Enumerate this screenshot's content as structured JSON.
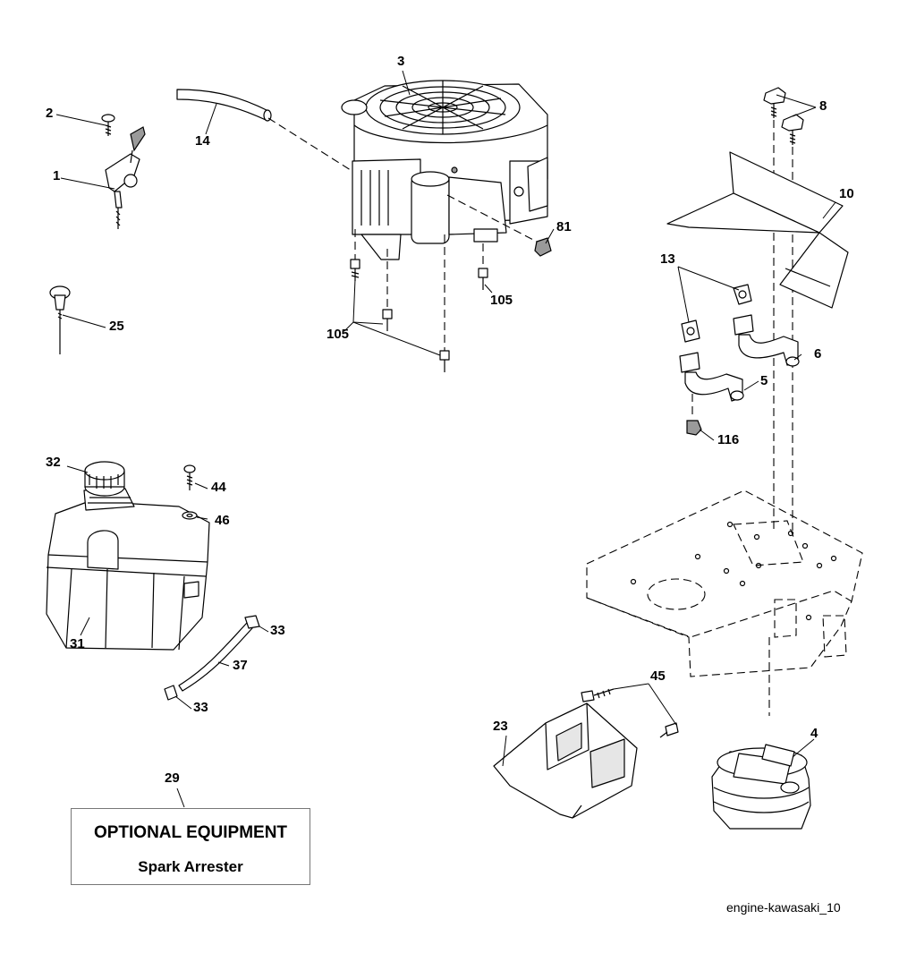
{
  "parts": [
    {
      "id": "label-1",
      "text": "1"
    },
    {
      "id": "label-2",
      "text": "2"
    },
    {
      "id": "label-3",
      "text": "3"
    },
    {
      "id": "label-4",
      "text": "4"
    },
    {
      "id": "label-5",
      "text": "5"
    },
    {
      "id": "label-6",
      "text": "6"
    },
    {
      "id": "label-8",
      "text": "8"
    },
    {
      "id": "label-10",
      "text": "10"
    },
    {
      "id": "label-13",
      "text": "13"
    },
    {
      "id": "label-14",
      "text": "14"
    },
    {
      "id": "label-23",
      "text": "23"
    },
    {
      "id": "label-25",
      "text": "25"
    },
    {
      "id": "label-29",
      "text": "29"
    },
    {
      "id": "label-31",
      "text": "31"
    },
    {
      "id": "label-32",
      "text": "32"
    },
    {
      "id": "label-33a",
      "text": "33"
    },
    {
      "id": "label-33b",
      "text": "33"
    },
    {
      "id": "label-37",
      "text": "37"
    },
    {
      "id": "label-44",
      "text": "44"
    },
    {
      "id": "label-45",
      "text": "45"
    },
    {
      "id": "label-46",
      "text": "46"
    },
    {
      "id": "label-81",
      "text": "81"
    },
    {
      "id": "label-105a",
      "text": "105"
    },
    {
      "id": "label-105b",
      "text": "105"
    },
    {
      "id": "label-116",
      "text": "116"
    }
  ],
  "optional_box": {
    "title": "OPTIONAL EQUIPMENT",
    "subtitle": "Spark Arrester"
  },
  "caption": "engine-kawasaki_10"
}
